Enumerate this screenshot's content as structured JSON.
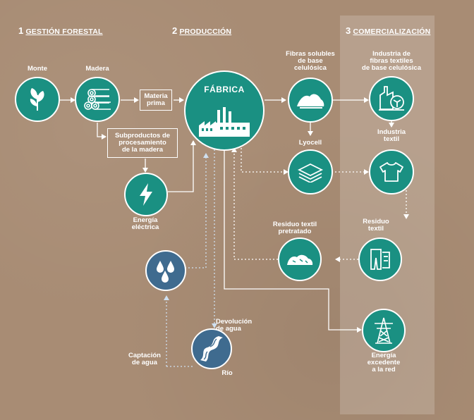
{
  "sections": [
    {
      "num": "1",
      "title": "GESTIÓN FORESTAL"
    },
    {
      "num": "2",
      "title": "PRODUCCIÓN"
    },
    {
      "num": "3",
      "title": "COMERCIALIZACIÓN"
    }
  ],
  "labels": {
    "monte": "Monte",
    "madera": "Madera",
    "materia_prima": "Materia\nprima",
    "fabrica": "FÁBRICA",
    "subproductos": "Subproductos de\nprocesamiento\nde la madera",
    "energia_electrica": "Energía\neléctrica",
    "fibras_solubles": "Fibras solubles\nde base\ncelulósica",
    "lyocell": "Lyocell",
    "industria_fibras": "Industria de\nfibras textiles\nde base celulósica",
    "industria_textil": "Industria\ntextil",
    "residuo_textil": "Residuo\ntextil",
    "residuo_pretratado": "Residuo textil\npretratado",
    "energia_excedente": "Energía\nexcedente\na la red",
    "devolucion": "Devolución\nde agua",
    "captacion": "Captación\nde agua",
    "rio": "Río"
  },
  "icons": {
    "monte": "tree-icon",
    "madera": "logs-icon",
    "fabrica": "factory-icon",
    "energia_electrica": "lightning-icon",
    "fibras_solubles": "pulp-icon",
    "lyocell": "fabric-layers-icon",
    "industria_fibras": "fiber-industry-icon",
    "industria_textil": "tshirt-icon",
    "residuo_textil": "clothing-waste-icon",
    "residuo_pretratado": "treated-waste-icon",
    "energia_excedente": "power-tower-icon",
    "agua": "water-drops-icon",
    "rio": "river-icon"
  },
  "colors": {
    "background": "#a88c74",
    "teal": "#1a9082",
    "blue": "#3f6b8f",
    "water_line": "#cfe0f0",
    "line": "#ffffff"
  }
}
